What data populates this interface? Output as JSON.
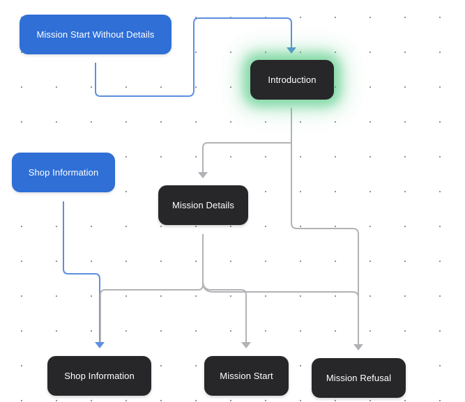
{
  "nodes": {
    "mission_start_without_details": "Mission Start Without Details",
    "introduction": "Introduction",
    "shop_information_top": "Shop Information",
    "mission_details": "Mission Details",
    "shop_information_bottom": "Shop Information",
    "mission_start": "Mission Start",
    "mission_refusal": "Mission Refusal"
  },
  "colors": {
    "entry_node": "#2f6fd6",
    "standard_node": "#27272a",
    "active_glow": "#3fc476",
    "entry_edge": "#5b8fe0",
    "standard_edge": "#b2b2b6"
  }
}
